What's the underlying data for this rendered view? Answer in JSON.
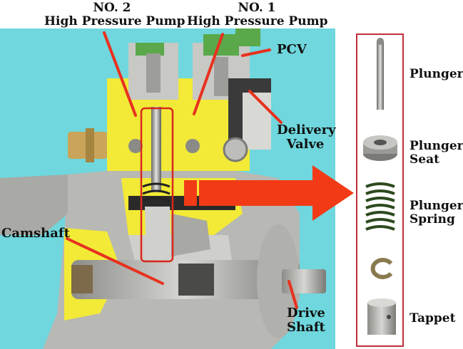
{
  "labels": {
    "pump2_line1": "NO. 2",
    "pump2_line2": "High Pressure Pump",
    "pump1_line1": "NO. 1",
    "pump1_line2": "High Pressure Pump",
    "pcv": "PCV",
    "delivery_line1": "Delivery",
    "delivery_line2": "Valve",
    "camshaft": "Camshaft",
    "drive_line1": "Drive",
    "drive_line2": "Shaft"
  },
  "parts": [
    {
      "line1": "Plunger",
      "line2": ""
    },
    {
      "line1": "Plunger",
      "line2": "Seat"
    },
    {
      "line1": "Plunger",
      "line2": "Spring"
    },
    {
      "line1": "Tappet",
      "line2": ""
    }
  ],
  "colors": {
    "background_photo": "#6fd7dd",
    "housing_yellow": "#f2ea36",
    "metal": "#b8b8b4",
    "pointer_red": "#e8311f",
    "arrow_red": "#f23b16",
    "callout_border": "#c0303a",
    "connector_green": "#5aa84a"
  }
}
